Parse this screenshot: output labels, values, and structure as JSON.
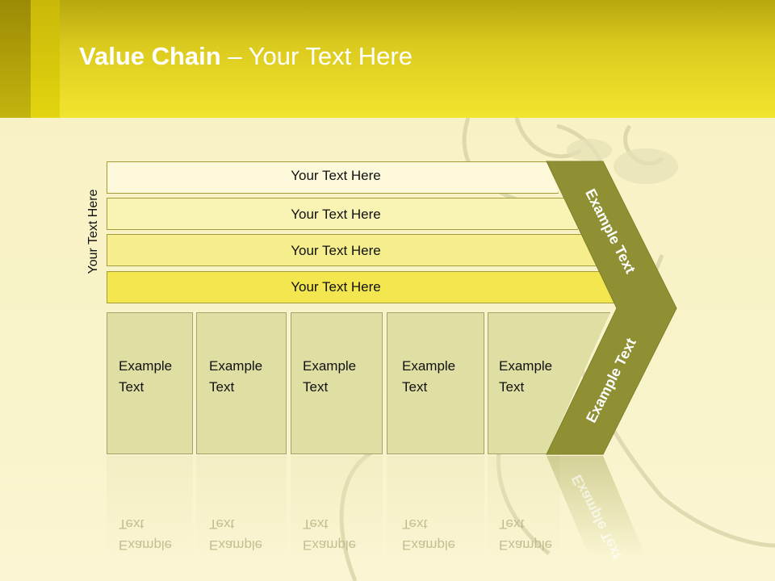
{
  "slide": {
    "title_bold": "Value Chain",
    "title_rest": " – Your Text Here",
    "side_label": "Your Text Here"
  },
  "bars": [
    {
      "label": "Your Text Here",
      "color": "#fdf9da"
    },
    {
      "label": "Your Text Here",
      "color": "#f9f4b4"
    },
    {
      "label": "Your Text Here",
      "color": "#f6ee8c"
    },
    {
      "label": "Your Text Here",
      "color": "#f3e64f"
    }
  ],
  "boxes": [
    {
      "label_line1": "Example",
      "label_line2": "Text"
    },
    {
      "label_line1": "Example",
      "label_line2": "Text"
    },
    {
      "label_line1": "Example",
      "label_line2": "Text"
    },
    {
      "label_line1": "Example",
      "label_line2": "Text"
    },
    {
      "label_line1": "Example",
      "label_line2": "Text"
    }
  ],
  "chevron": {
    "upper_label": "Example Text",
    "lower_label": "Example Text",
    "color": "#8f9033"
  },
  "colors": {
    "title_bar": "#f2e52e",
    "box_fill": "#dfdfa3"
  }
}
